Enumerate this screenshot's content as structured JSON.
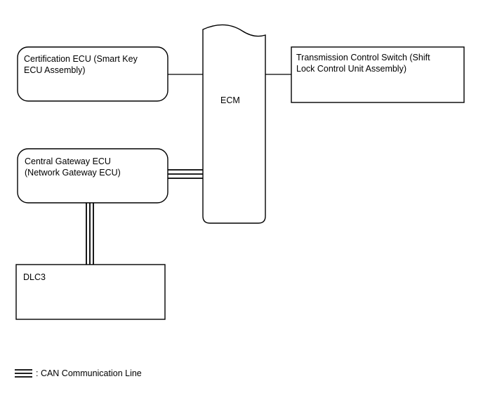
{
  "diagram": {
    "nodes": {
      "certification_ecu": {
        "line1": "Certification ECU (Smart Key",
        "line2": "ECU Assembly)"
      },
      "ecm": {
        "label": "ECM"
      },
      "transmission_switch": {
        "line1": "Transmission Control Switch (Shift",
        "line2": "Lock Control Unit Assembly)"
      },
      "central_gateway": {
        "line1": "Central Gateway ECU",
        "line2": "(Network Gateway ECU)"
      },
      "dlc3": {
        "label": "DLC3"
      }
    },
    "legend": {
      "label": ": CAN Communication Line"
    }
  }
}
